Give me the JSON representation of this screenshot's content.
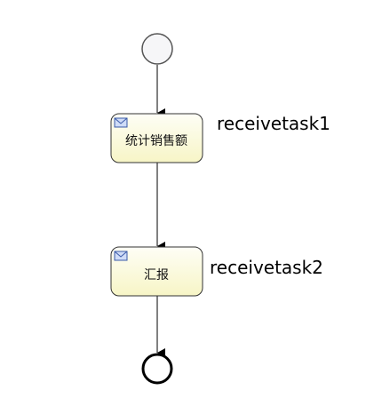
{
  "diagram": {
    "type": "bpmn-process",
    "start_event": {
      "kind": "start"
    },
    "end_event": {
      "kind": "end"
    },
    "tasks": [
      {
        "id": "receivetask1",
        "label": "统计销售额",
        "icon": "envelope-icon",
        "external_label": "receivetask1"
      },
      {
        "id": "receivetask2",
        "label": "汇报",
        "icon": "envelope-icon",
        "external_label": "receivetask2"
      }
    ],
    "flows": [
      {
        "from": "start",
        "to": "receivetask1"
      },
      {
        "from": "receivetask1",
        "to": "receivetask2"
      },
      {
        "from": "receivetask2",
        "to": "end"
      }
    ]
  },
  "colors": {
    "task_fill_top": "#fefef6",
    "task_fill_bottom": "#f7f5c6",
    "task_stroke": "#333333",
    "start_fill": "#f6f6f8",
    "start_stroke": "#555555",
    "end_stroke": "#000000",
    "arrow": "#000000",
    "envelope_fill": "#cfdcf7",
    "envelope_stroke": "#3a5aa8"
  }
}
